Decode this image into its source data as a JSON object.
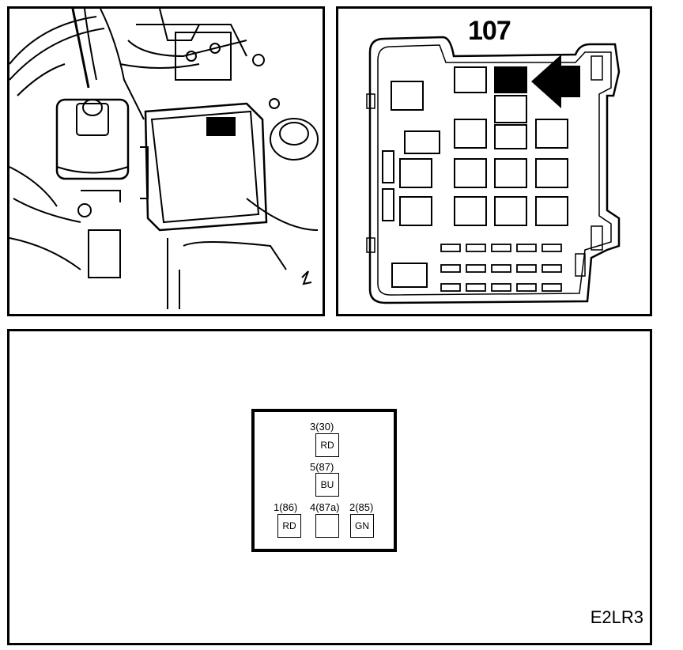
{
  "relay_callout": "107",
  "connector": {
    "pins": [
      {
        "number": "3(30)",
        "wire_color": "RD"
      },
      {
        "number": "5(87)",
        "wire_color": "BU"
      },
      {
        "number": "1(86)",
        "wire_color": "RD"
      },
      {
        "number": "4(87a)",
        "wire_color": ""
      },
      {
        "number": "2(85)",
        "wire_color": "GN"
      }
    ]
  },
  "diagram_code": "E2LR3",
  "colors": {
    "line": "#000000",
    "background": "#ffffff",
    "highlight": "#000000"
  },
  "icons": {
    "arrow": "arrow-left-icon"
  }
}
